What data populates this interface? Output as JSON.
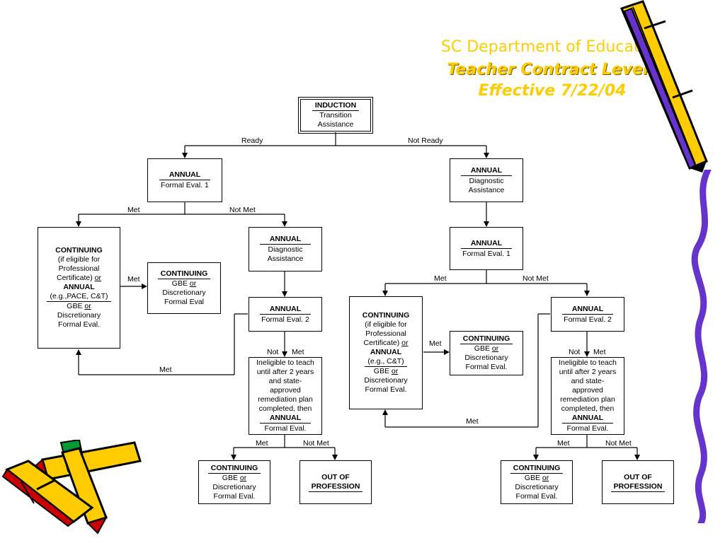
{
  "title": {
    "line1": "SC Department of Education",
    "line2": "Teacher Contract Levels",
    "line3": "Effective 7/22/04"
  },
  "boxes": {
    "induction": {
      "head": "INDUCTION",
      "l1": "Transition",
      "l2": "Assistance"
    },
    "annual_eval1_left": {
      "head": "ANNUAL",
      "l1": "Formal Eval. 1"
    },
    "annual_diag_right": {
      "head": "ANNUAL",
      "l1": "Diagnostic",
      "l2": "Assistance"
    },
    "continuing_left": {
      "head": "CONTINUING",
      "l1": "(if eligible for",
      "l2": "Professional",
      "l3a": "Certificate) ",
      "or": "or",
      "l4": "ANNUAL",
      "l5": "(e.g.,PACE, C&T)",
      "l6a": "GBE ",
      "l7": "Discretionary",
      "l8": "Formal Eval."
    },
    "annual_diag_left": {
      "head": "ANNUAL",
      "l1": "Diagnostic",
      "l2": "Assistance"
    },
    "continuing_small_left": {
      "head": "CONTINUING",
      "l1a": "GBE ",
      "or": "or",
      "l2": "Discretionary",
      "l3": "Formal Eval"
    },
    "annual_eval2_left": {
      "head": "ANNUAL",
      "l1": "Formal Eval. 2"
    },
    "inelig_left": {
      "l1": "Ineligible to teach",
      "l2": "until after 2 years",
      "l3": "and state-",
      "l4": "approved",
      "l5": "remediation plan",
      "l6": "completed, then",
      "l7": "ANNUAL",
      "l8": "Formal Eval."
    },
    "continuing_bottom_left": {
      "head": "CONTINUING",
      "l1a": "GBE ",
      "or": "or",
      "l2": "Discretionary",
      "l3": "Formal Eval."
    },
    "out_left": {
      "l1": "OUT OF",
      "l2": "PROFESSION"
    },
    "annual_eval1_right": {
      "head": "ANNUAL",
      "l1": "Formal Eval. 1"
    },
    "continuing_right": {
      "head": "CONTINUING",
      "l1": "(if eligible for",
      "l2": "Professional",
      "l3a": "Certificate)  ",
      "or": "or",
      "l4": "ANNUAL",
      "l5": "(e.g., C&T)",
      "l6a": "GBE ",
      "l7": "Discretionary",
      "l8": "Formal Eval."
    },
    "continuing_small_right": {
      "head": "CONTINUING",
      "l1a": "GBE ",
      "or": "or",
      "l2": "Discretionary",
      "l3": "Formal Eval."
    },
    "annual_eval2_right": {
      "head": "ANNUAL",
      "l1": "Formal Eval. 2"
    },
    "inelig_right": {
      "l1": "Ineligible to teach",
      "l2": "until after 2 years",
      "l3": "and state-",
      "l4": "approved",
      "l5": "remediation plan",
      "l6": "completed, then",
      "l7": "ANNUAL",
      "l8": "Formal Eval."
    },
    "continuing_bottom_right": {
      "head": "CONTINUING",
      "l1a": "GBE ",
      "or": "or",
      "l2": "Discretionary",
      "l3": "Formal Eval."
    },
    "out_right": {
      "l1": "OUT OF",
      "l2": "PROFESSION"
    }
  },
  "labels": {
    "ready": "Ready",
    "not_ready": "Not Ready",
    "met_a": "Met",
    "not_met_a": "Not Met",
    "met_b": "Met",
    "not_b": "Not",
    "met_b2": "Met",
    "met_c": "Met",
    "met_d": "Met",
    "not_met_d": "Not Met",
    "met_e": "Met",
    "not_met_e": "Not Met",
    "met_f": "Met",
    "not_f": "Not",
    "met_f2": "Met",
    "met_g": "Met",
    "met_h": "Met",
    "met_i": "Met",
    "not_met_i": "Not Met"
  },
  "colors": {
    "title": "#ffcc00",
    "pencil_body": "#ffcc00",
    "pencil_accent": "#6633cc",
    "pencil_tip_red": "#cc0000",
    "pencil_tip_green": "#009933"
  }
}
